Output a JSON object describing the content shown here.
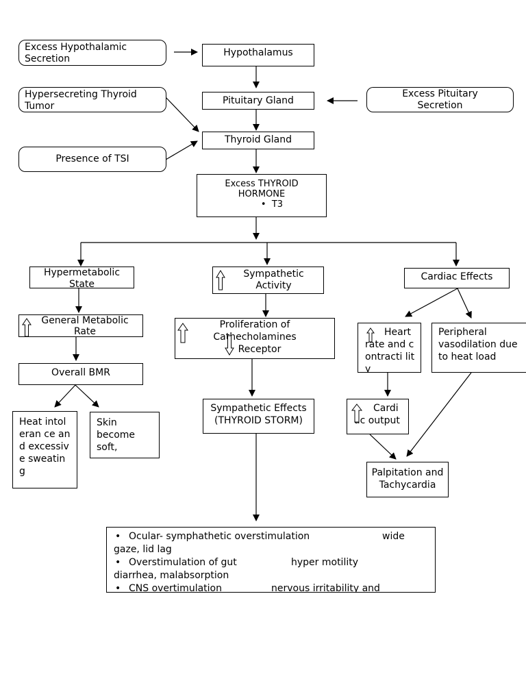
{
  "causes": {
    "hypothalamic": "Excess Hypothalamic Secretion",
    "tumor": "Hypersecreting Thyroid Tumor",
    "tsi": "Presence of TSI",
    "pituitary": "Excess Pituitary Secretion"
  },
  "glands": {
    "hypothalamus": "Hypothalamus",
    "pituitary": "Pituitary Gland",
    "thyroid": "Thyroid Gland"
  },
  "hormone": {
    "title": "Excess THYROID HORMONE",
    "bullet": "T3"
  },
  "branches": {
    "hypermetabolic": "Hypermetabolic State",
    "sympathetic": "Sympathetic Activity",
    "cardiac": "Cardiac Effects"
  },
  "metabolic": {
    "general": "General Metabolic Rate",
    "bmr": "Overall BMR",
    "heat": "Heat intoleran ce and excessiv e sweating",
    "skin": "Skin become soft,"
  },
  "sympathetic_path": {
    "proliferation_line1": "Proliferation of",
    "proliferation_line2": "Cathecholamines",
    "receptor": "Receptor",
    "effects": "Sympathetic Effects (THYROID STORM)"
  },
  "cardiac_path": {
    "heart": "Heart rate and contracti lity",
    "cardiac": "Cardi ac output",
    "peripheral": "Peripheral vasodilation due to heat load",
    "palpitation": "Palpitation and Tachycardia"
  },
  "effects_list": {
    "item1a": "Ocular- symphathetic overstimulation",
    "item1b": "wide",
    "item1c": "gaze, lid lag",
    "item2a": "Overstimulation of gut",
    "item2b": "hyper motility",
    "item2c": "diarrhea, malabsorption",
    "item3a": "CNS overtimulation",
    "item3b": "nervous irritability and"
  },
  "icons": {
    "increase": "up-arrow-icon",
    "decrease": "down-arrow-icon",
    "bullet": "bullet-icon"
  }
}
